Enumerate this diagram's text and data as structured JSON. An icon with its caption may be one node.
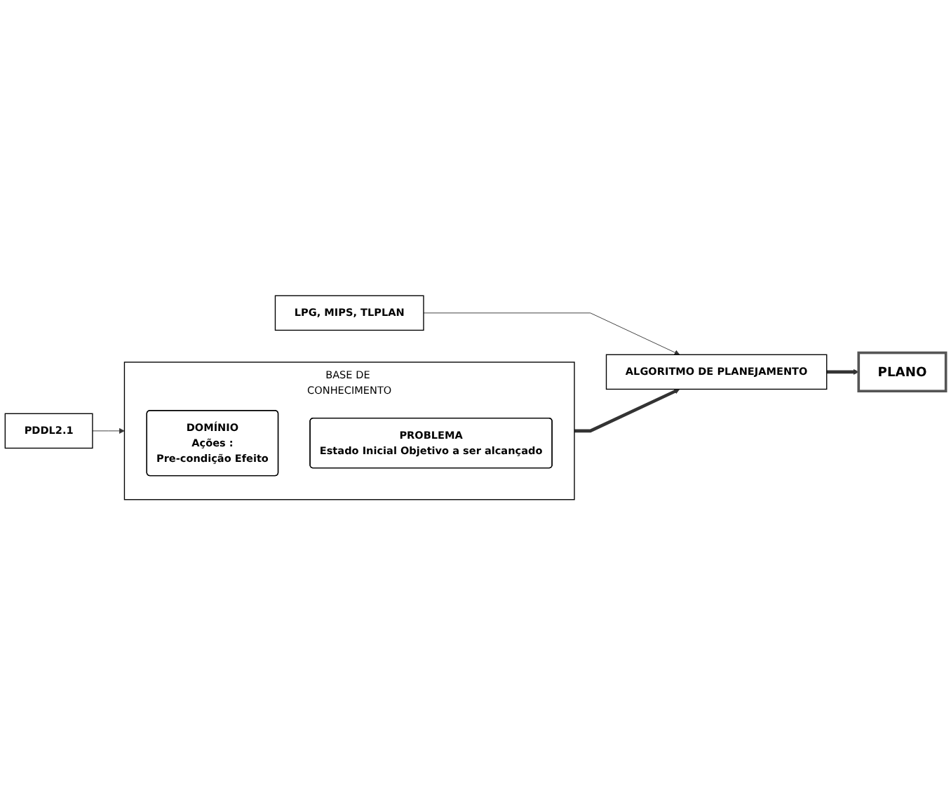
{
  "diagram": {
    "nodes": [
      {
        "text": [
          "BASE DE CONHECIMENTO"
        ]
      },
      {
        "text": [
          "DOMÍNIO",
          "Ações :",
          "Pre-condição Efeito"
        ],
        "in": 0
      },
      {
        "text": [
          "PROBLEMA",
          "Estado Inicial Objetivo a ser alcançado"
        ],
        "in": 0
      },
      {
        "text": [
          "ALGORITMO DE PLANEJAMENTO"
        ]
      },
      {
        "text": [
          "PLANO"
        ]
      },
      {
        "text": [
          "PDDL2.1"
        ]
      },
      {
        "text": [
          "LPG, MIPS, TLPLAN"
        ]
      }
    ],
    "edges": [
      {
        "from": 0,
        "to": 3,
        "arrow": "to",
        "style": "thick"
      },
      {
        "from": 3,
        "to": 4,
        "arrow": "to",
        "style": "thick"
      },
      {
        "from": 5,
        "to": 0,
        "arrow": "to"
      },
      {
        "from": 6,
        "to": 3,
        "arrow": "to"
      }
    ]
  }
}
